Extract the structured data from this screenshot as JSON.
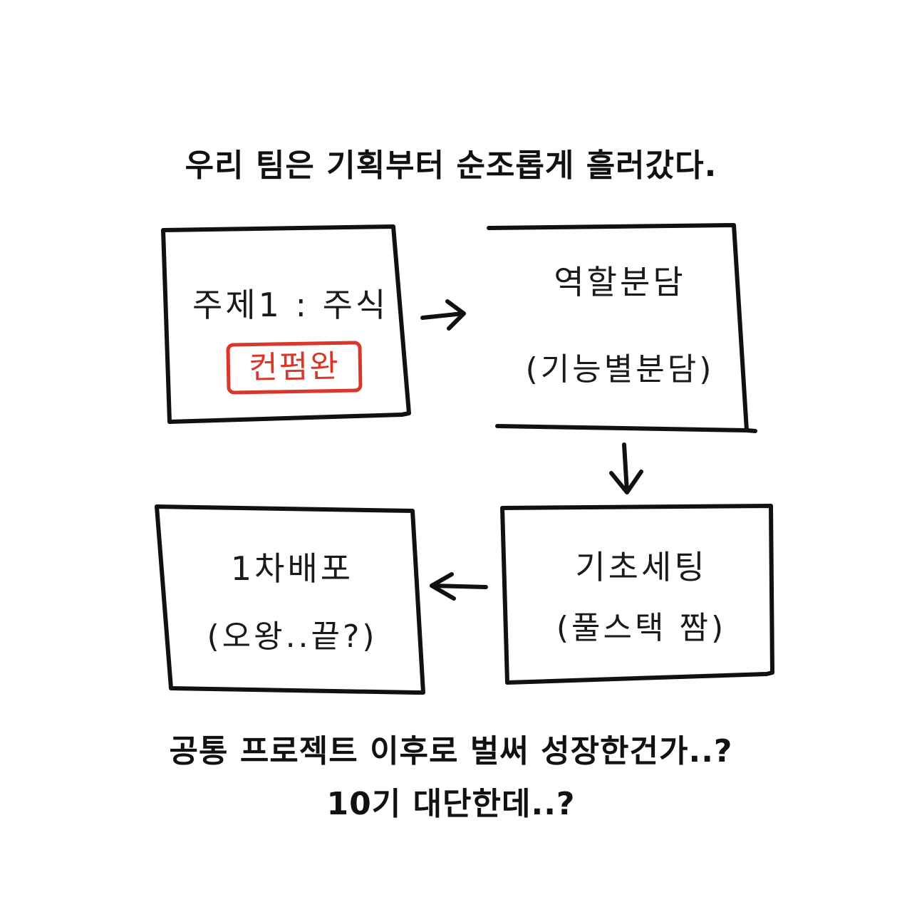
{
  "caption_top": "우리 팀은 기획부터 순조롭게 흘러갔다.",
  "boxes": {
    "topic": {
      "line1": "주제1 : 주식",
      "stamp": "컨펌완"
    },
    "roles": {
      "line1": "역할분담",
      "line2": "(기능별분담)"
    },
    "setup": {
      "line1": "기초세팅",
      "line2": "(풀스택 짬)"
    },
    "release": {
      "line1": "1차배포",
      "line2": "(오왕..끝?)"
    }
  },
  "caption_bottom_1": "공통 프로젝트 이후로 벌써 성장한건가..?",
  "caption_bottom_2": "10기 대단한데..?",
  "colors": {
    "ink": "#111111",
    "stamp": "#d8372a",
    "background": "#ffffff"
  }
}
